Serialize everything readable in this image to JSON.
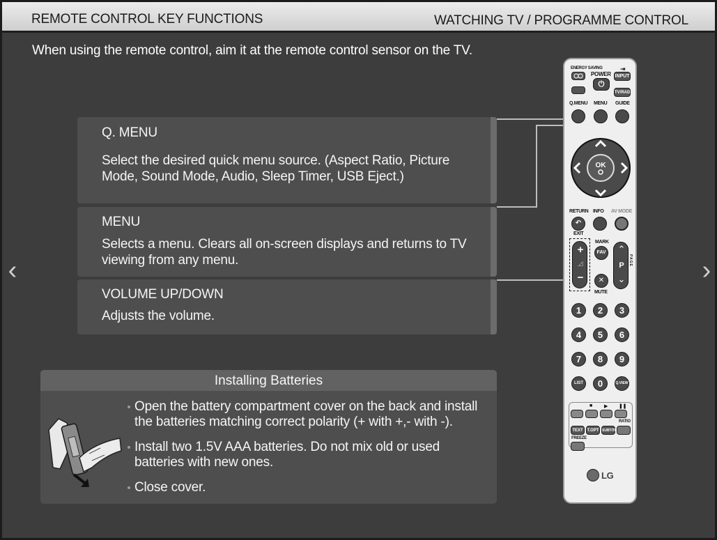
{
  "header": {
    "section_title": "REMOTE CONTROL KEY FUNCTIONS",
    "chapter_title": "WATCHING TV / PROGRAMME CONTROL"
  },
  "intro_text": "When using the remote control, aim it at the remote control sensor on the TV.",
  "navigation": {
    "prev_label": "‹",
    "next_label": "›"
  },
  "keys": [
    {
      "title": "Q. MENU",
      "description": "Select the desired quick menu source. (Aspect Ratio, Picture Mode, Sound Mode, Audio, Sleep Timer, USB Eject.)"
    },
    {
      "title": "MENU",
      "description": "Selects a menu. Clears all on-screen displays and returns to TV viewing from any menu."
    },
    {
      "title": "VOLUME UP/DOWN",
      "description": "Adjusts the volume."
    }
  ],
  "batteries": {
    "title": "Installing Batteries",
    "steps": [
      "Open the battery compartment cover on the back and install the batteries matching correct polarity (+ with +,- with -).",
      "Install two 1.5V AAA batteries. Do not mix old or used batteries with new ones.",
      "Close cover."
    ]
  },
  "remote": {
    "energy_saving": "ENERGY SAVING",
    "power": "POWER",
    "input": "INPUT",
    "tv_rad": "TV/RAD",
    "q_menu": "Q.MENU",
    "menu": "MENU",
    "guide": "GUIDE",
    "ok": "OK",
    "return": "RETURN",
    "exit": "EXIT",
    "info": "INFO",
    "av_mode": "AV MODE",
    "mark": "MARK",
    "fav": "FAV",
    "p": "P",
    "page": "PAGE",
    "mute": "MUTE",
    "digits": [
      "1",
      "2",
      "3",
      "4",
      "5",
      "6",
      "7",
      "8",
      "9"
    ],
    "list": "LIST",
    "zero": "0",
    "q_view": "Q.VIEW",
    "ratio": "RATIO",
    "text": "TEXT",
    "t_opt": "T.OPT",
    "subtitle": "SUBTITLE",
    "freeze": "FREEZE",
    "brand": "LG"
  }
}
